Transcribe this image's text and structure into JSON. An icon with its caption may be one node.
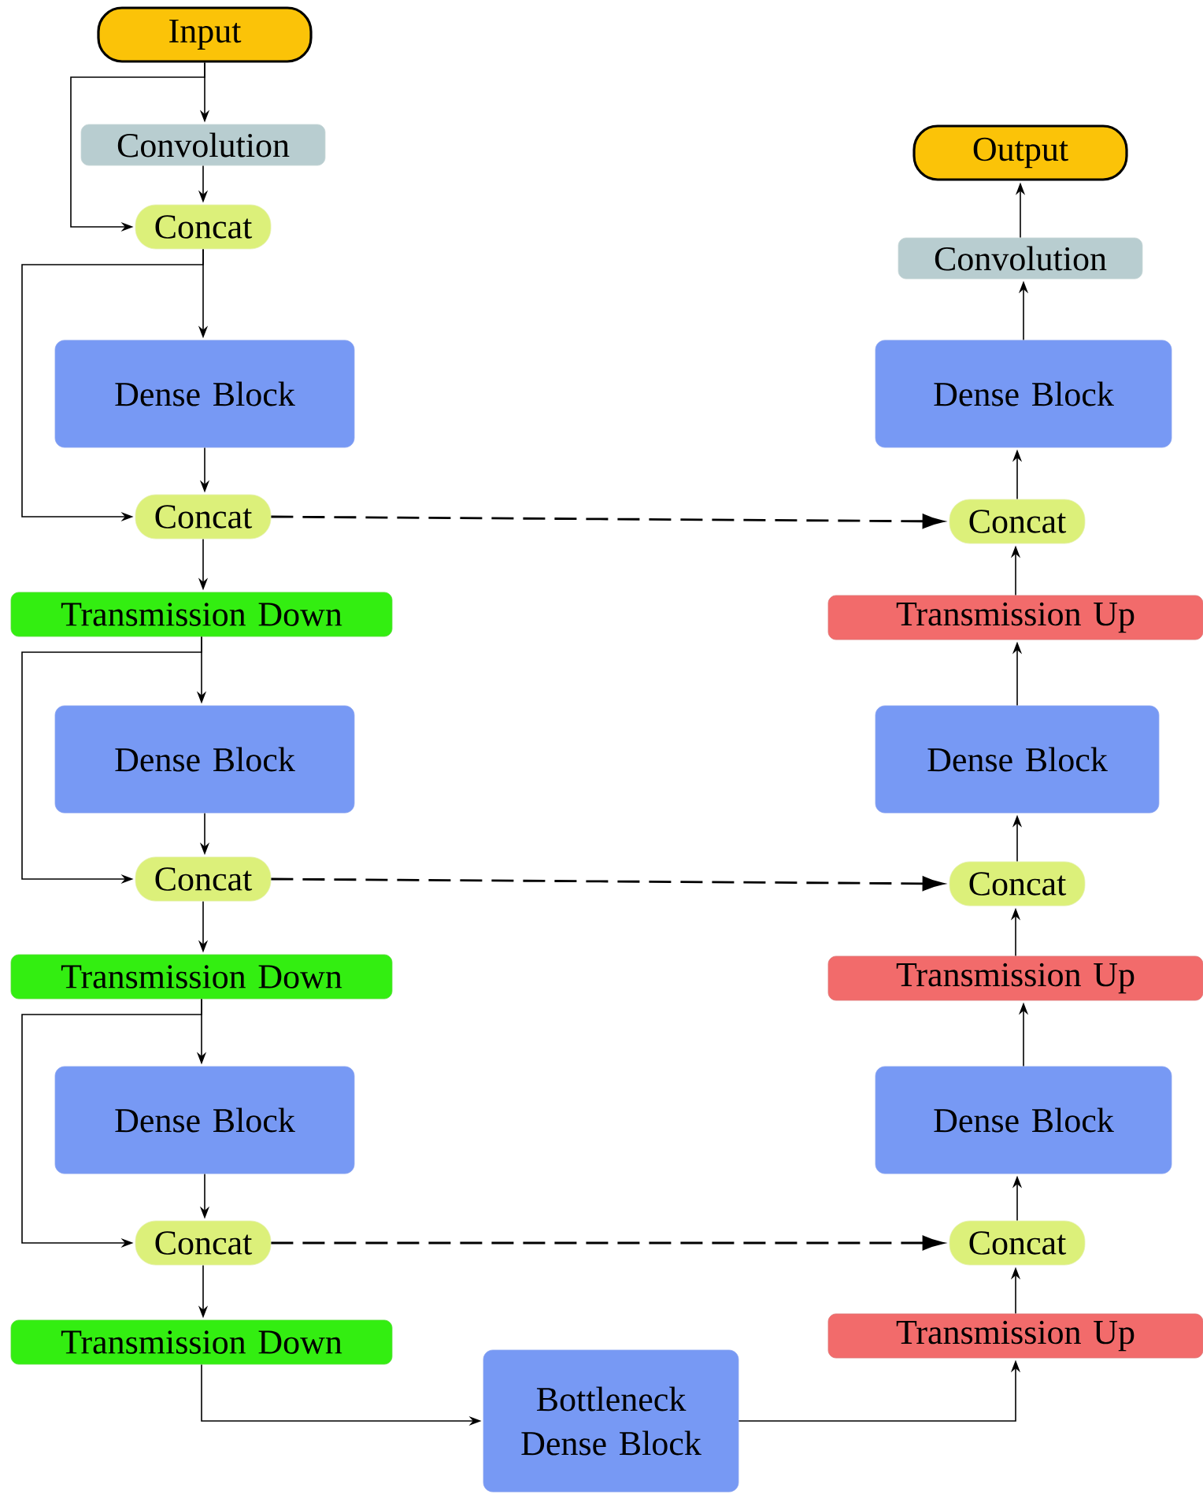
{
  "diagram": {
    "nodes": [
      {
        "text": [
          "Input"
        ]
      },
      {
        "text": [
          "Convolution"
        ]
      },
      {
        "text": [
          "Concat"
        ]
      },
      {
        "text": [
          "Dense Block"
        ]
      },
      {
        "text": [
          "Concat"
        ]
      },
      {
        "text": [
          "Transmission Down"
        ]
      },
      {
        "text": [
          "Dense Block"
        ]
      },
      {
        "text": [
          "Concat"
        ]
      },
      {
        "text": [
          "Transmission Down"
        ]
      },
      {
        "text": [
          "Dense Block"
        ]
      },
      {
        "text": [
          "Concat"
        ]
      },
      {
        "text": [
          "Transmission Down"
        ]
      },
      {
        "text": [
          "Bottleneck Dense Block"
        ]
      },
      {
        "text": [
          "Output"
        ]
      },
      {
        "text": [
          "Convolution"
        ]
      },
      {
        "text": [
          "Dense Block"
        ]
      },
      {
        "text": [
          "Concat"
        ]
      },
      {
        "text": [
          "Transmission Up"
        ]
      },
      {
        "text": [
          "Dense Block"
        ]
      },
      {
        "text": [
          "Concat"
        ]
      },
      {
        "text": [
          "Transmission Up"
        ]
      },
      {
        "text": [
          "Dense Block"
        ]
      },
      {
        "text": [
          "Concat"
        ]
      },
      {
        "text": [
          "Transmission Up"
        ]
      }
    ],
    "edges": [
      {
        "from": 0,
        "to": 1,
        "arrow": "to"
      },
      {
        "from": 0,
        "to": 2,
        "arrow": "to"
      },
      {
        "from": 1,
        "to": 2,
        "arrow": "to"
      },
      {
        "from": 2,
        "to": 3,
        "arrow": "to"
      },
      {
        "from": 2,
        "to": 4,
        "arrow": "to"
      },
      {
        "from": 3,
        "to": 4,
        "arrow": "to"
      },
      {
        "from": 4,
        "to": 5,
        "arrow": "to"
      },
      {
        "from": 4,
        "to": 16,
        "arrow": "to",
        "style": "dashed"
      },
      {
        "from": 5,
        "to": 6,
        "arrow": "to"
      },
      {
        "from": 5,
        "to": 7,
        "arrow": "to"
      },
      {
        "from": 6,
        "to": 7,
        "arrow": "to"
      },
      {
        "from": 7,
        "to": 8,
        "arrow": "to"
      },
      {
        "from": 7,
        "to": 19,
        "arrow": "to",
        "style": "dashed"
      },
      {
        "from": 8,
        "to": 9,
        "arrow": "to"
      },
      {
        "from": 8,
        "to": 10,
        "arrow": "to"
      },
      {
        "from": 9,
        "to": 10,
        "arrow": "to"
      },
      {
        "from": 10,
        "to": 11,
        "arrow": "to"
      },
      {
        "from": 10,
        "to": 22,
        "arrow": "to",
        "style": "dashed"
      },
      {
        "from": 11,
        "to": 12,
        "arrow": "to"
      },
      {
        "from": 12,
        "to": 23,
        "arrow": "to"
      },
      {
        "from": 23,
        "to": 22,
        "arrow": "to"
      },
      {
        "from": 22,
        "to": 21,
        "arrow": "to"
      },
      {
        "from": 21,
        "to": 20,
        "arrow": "to"
      },
      {
        "from": 20,
        "to": 19,
        "arrow": "to"
      },
      {
        "from": 19,
        "to": 18,
        "arrow": "to"
      },
      {
        "from": 18,
        "to": 17,
        "arrow": "to"
      },
      {
        "from": 17,
        "to": 16,
        "arrow": "to"
      },
      {
        "from": 16,
        "to": 15,
        "arrow": "to"
      },
      {
        "from": 15,
        "to": 14,
        "arrow": "to"
      },
      {
        "from": 14,
        "to": 13,
        "arrow": "to"
      }
    ]
  }
}
